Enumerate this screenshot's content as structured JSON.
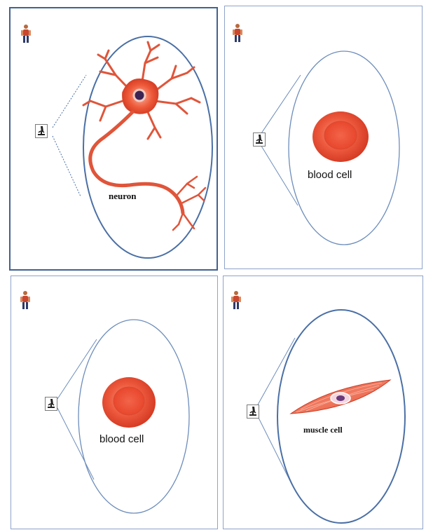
{
  "panels": [
    {
      "label": "neuron",
      "icon_person": "human-figure-icon",
      "icon_tool": "microscope-icon"
    },
    {
      "label": "blood cell",
      "icon_person": "human-figure-icon",
      "icon_tool": "microscope-icon"
    },
    {
      "label": "blood cell",
      "icon_person": "human-figure-icon",
      "icon_tool": "microscope-icon"
    },
    {
      "label": "muscle cell",
      "icon_person": "human-figure-icon",
      "icon_tool": "microscope-icon"
    }
  ],
  "colors": {
    "ellipse_stroke": "#4a6fa5",
    "cell_red": "#e8432c",
    "cell_light": "#f6917c",
    "nucleus": "#3c2454"
  }
}
